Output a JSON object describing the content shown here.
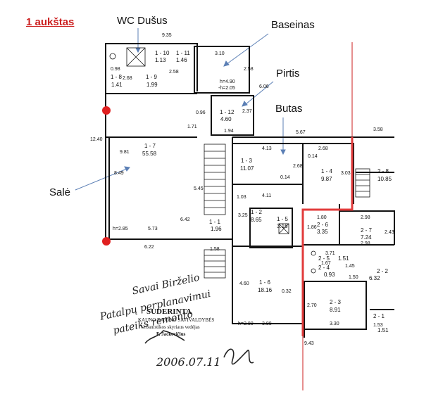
{
  "page": {
    "title": "1 aukštas",
    "accent_color": "#cc1f1f"
  },
  "callouts": {
    "wc_dusus": "WC  Dušus",
    "baseinas": "Baseinas",
    "pirtis": "Pirtis",
    "butas": "Butas",
    "sale": "Salė"
  },
  "dimensions": {
    "d_9_35": "9.35",
    "d_0_98": "0.98",
    "d_2_68a": "2.68",
    "d_2_58": "2.58",
    "d_3_10": "3.10",
    "d_2_58v": "2.58",
    "d_h490": "h=4.90",
    "d_h205": "-h=2.05",
    "d_6_06": "6.06",
    "d_0_96": "0.96",
    "d_2_37": "2.37",
    "d_1_94": "1.94",
    "d_1_71": "1.71",
    "d_12_40": "12.40",
    "d_9_81": "9.81",
    "d_8_49": "8.49",
    "d_5_45": "5.45",
    "d_h285": "h=2.85",
    "d_5_73": "5.73",
    "d_6_42": "6.42",
    "d_6_22": "6.22",
    "d_5_67": "5.67",
    "d_3_58": "3.58",
    "d_4_13": "4.13",
    "d_2_68b": "2.68",
    "d_0_14a": "0.14",
    "d_2_68c": "2.68",
    "d_0_14b": "0.14",
    "d_3_03": "3.03",
    "d_4_11": "4.11",
    "d_1_03": "1.03",
    "d_3_25": "3.25",
    "d_1_58": "1.58",
    "d_1_80": "1.80",
    "d_1_86": "1.86",
    "d_2_98a": "2.98",
    "d_2_98b": "2.98",
    "d_2_43": "2.43",
    "d_3_71": "3.71",
    "d_1_67": "1.67",
    "d_1_45": "1.45",
    "d_1_50": "1.50",
    "d_4_60": "4.60",
    "d_0_32": "0.32",
    "d_h280": "h=2.80",
    "d_3_88": "3.88",
    "d_2_70": "2.70",
    "d_3_30": "3.30",
    "d_9_43": "9.43",
    "d_1_53": "1.53"
  },
  "rooms": [
    {
      "code": "1 - 8",
      "area": "1.41"
    },
    {
      "code": "1 - 9",
      "area": "1.99"
    },
    {
      "code": "1 - 10",
      "area": "1.13"
    },
    {
      "code": "1 - 11",
      "area": "1.46"
    },
    {
      "code": "1 - 12",
      "area": "4.60"
    },
    {
      "code": "1 - 7",
      "area": "55.58"
    },
    {
      "code": "1 - 3",
      "area": "11.07"
    },
    {
      "code": "1 - 4",
      "area": "9.87"
    },
    {
      "code": "2 - 8",
      "area": "10.85"
    },
    {
      "code": "1 - 2",
      "area": "8.65"
    },
    {
      "code": "1 - 1",
      "area": "1.96"
    },
    {
      "code": "1 - 5",
      "area": "3.16"
    },
    {
      "code": "2 - 6",
      "area": "3.35"
    },
    {
      "code": "2 - 7",
      "area": "7.24"
    },
    {
      "code": "2 - 4",
      "area": "0.93"
    },
    {
      "code": "2 - 5",
      "area": "1.51"
    },
    {
      "code": "2 - 2",
      "area": "6.32"
    },
    {
      "code": "1 - 6",
      "area": "18.16"
    },
    {
      "code": "2 - 3",
      "area": "8.91"
    },
    {
      "code": "2 - 1",
      "area": "1.51"
    }
  ],
  "stamp": {
    "line1": "SUDERINTA",
    "line2": "KAUNO RAJONO SAVIVALDYBĖS",
    "line3": "Urbanistikos skyriaus vedėjas",
    "line4": "F. Jackevičius"
  },
  "handwriting": {
    "line1": "Savai Birželio",
    "line2": "Patalpų perplanavimui",
    "line3": "pateiks remonto",
    "line4": "2006.07.11"
  }
}
